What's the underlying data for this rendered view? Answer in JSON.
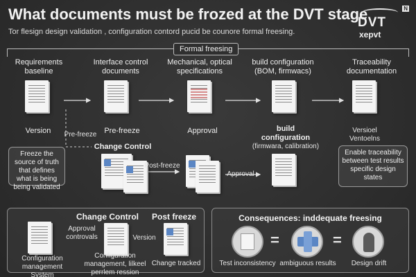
{
  "header": {
    "title": "What documents must be frozed at the DVT stage",
    "subtitle": "Tor flesign design validation  , configuration contord pucid be counore formal freesing."
  },
  "logo": {
    "main": "DVT",
    "sub": "xepvt",
    "corner": "N"
  },
  "formal_freesing_label": "Formal freesing",
  "columns": [
    {
      "title": "Requirements baseline",
      "status": "Version"
    },
    {
      "title": "Interface control documents",
      "status": "Pre-freeze"
    },
    {
      "title": "Mechanical, optical specifications",
      "status": "Approval"
    },
    {
      "title": "build configuration (BOM, firmwacs)",
      "subtitle_title": "build configuration",
      "subtitle_note": "(firmwara, calibration)"
    },
    {
      "title": "Traceability documentation",
      "status": "Versioel Ventoelns"
    }
  ],
  "flow_labels": {
    "pre_freeze": "Pre-freeze",
    "change_control": "Change Control",
    "post_freeze": "Post-freeze",
    "approval": "Approval"
  },
  "notes": {
    "left": "Freeze the source of truth that defines what is being being validated",
    "right": "Enable traceability between test results specific design states"
  },
  "bottom_left": {
    "title_change": "Change Control",
    "title_post": "Post freeze",
    "approval_label": "Approval controvals",
    "version_label": "Version",
    "items": [
      "Configuration management System",
      "Configuration management, lilkeel perrlem ression",
      "Change tracked"
    ]
  },
  "bottom_right": {
    "title": "Consequences: inddequate freesing",
    "items": [
      "Test inconsistency",
      "ambiguous results",
      "Design drift"
    ],
    "separator": "="
  }
}
